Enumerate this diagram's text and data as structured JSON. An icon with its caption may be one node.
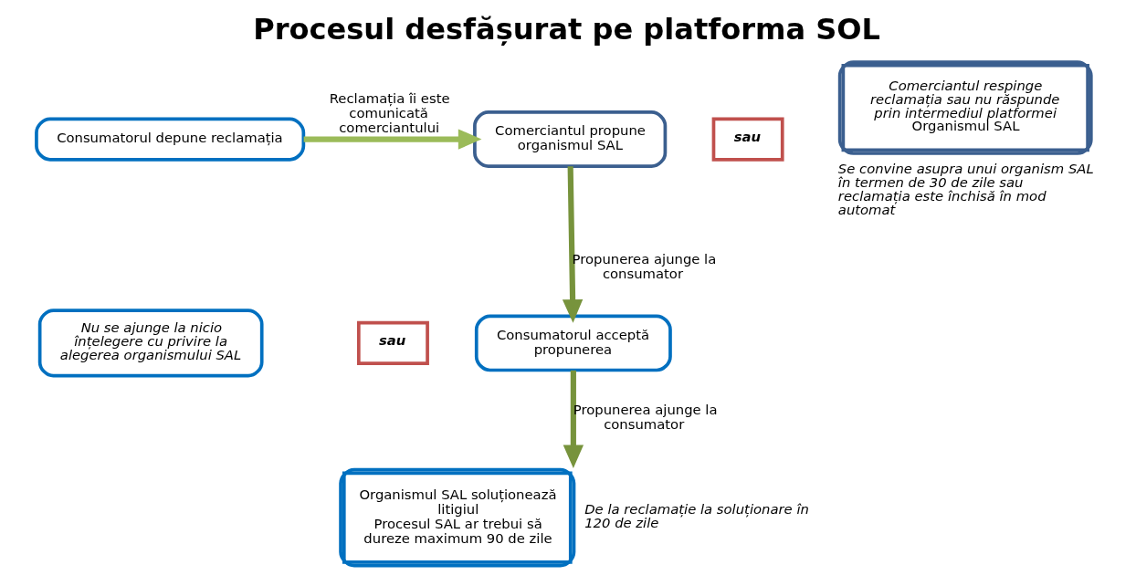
{
  "diagram": {
    "title": "Procesul desfășurat pe platforma SOL",
    "nodes": [
      {
        "text": [
          "Consumatorul depune reclamația"
        ]
      },
      {
        "text": [
          "Comerciantul propune organismul SAL"
        ]
      },
      {
        "text": [
          "sau"
        ]
      },
      {
        "text": [
          "Comerciantul respinge reclamația sau nu răspunde prin intermediul platformei",
          "Organismul SAL"
        ],
        "beside": [
          "Se convine asupra unui organism SAL în termen de 30 de zile sau reclamația este închisă în mod automat"
        ]
      },
      {
        "text": [
          "Nu se ajunge la nicio înțelegere cu privire la alegerea organismului SAL"
        ]
      },
      {
        "text": [
          "sau"
        ]
      },
      {
        "text": [
          "Consumatorul acceptă propunerea"
        ]
      },
      {
        "text": [
          "Organismul SAL soluționează litigiul",
          "Procesul SAL ar trebui să dureze maximum 90 de zile"
        ],
        "beside": [
          "De la reclamație la soluționare în 120 de zile"
        ]
      }
    ],
    "edges": [
      {
        "from": 0,
        "to": 1,
        "arrow": "to",
        "label": "Reclamația îi este comunicată comerciantului",
        "color": "#9bbb59"
      },
      {
        "from": 1,
        "to": 6,
        "arrow": "to",
        "label": "Propunerea ajunge la consumator"
      },
      {
        "from": 6,
        "to": 7,
        "arrow": "to",
        "label": "Propunerea ajunge la consumator"
      }
    ]
  }
}
